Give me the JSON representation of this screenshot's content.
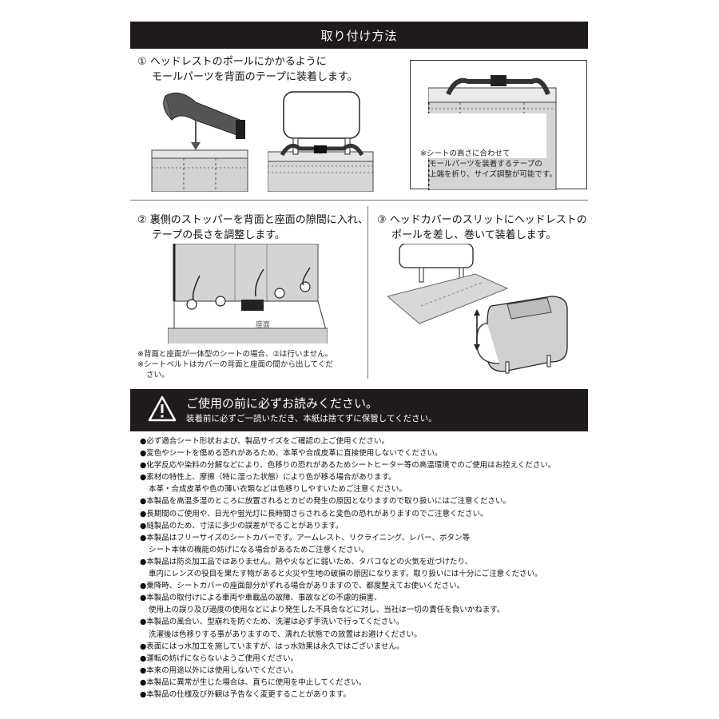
{
  "header": {
    "title": "取り付け方法"
  },
  "steps": [
    {
      "number": "①",
      "lines": [
        "ヘッドレストのポールにかかるように",
        "モールパーツを背面のテープに装着します。"
      ]
    },
    {
      "number": "②",
      "lines": [
        "裏側のストッパーを背面と座面の隙間に入れ、",
        "テープの長さを調整します。"
      ]
    },
    {
      "number": "③",
      "lines": [
        "ヘッドカバーのスリットにヘッドレストの",
        "ポールを差し、巻いて装着します。"
      ]
    }
  ],
  "notes": {
    "step1_box": [
      "※シートの高さに合わせて",
      "モールパーツを装着するテープの",
      "上端を折り、サイズ調整が可能です。"
    ],
    "seat_label": "座面",
    "step2": [
      "※背面と座面が一体型のシートの場合、②は行いません。",
      "※シートベルトはカバーの背面と座面の間から出してくだ",
      "さい。"
    ]
  },
  "warning": {
    "title": "ご使用の前に必ずお読みください。",
    "subtitle": "装着前に必ずご一読いただき、本紙は捨てずに保管してください。",
    "icon": "warning-triangle-icon"
  },
  "cautions": [
    [
      "●必ず適合シート形状および、製品サイズをご確認の上ご使用ください。"
    ],
    [
      "●変色やシートを傷める恐れがあるため、本革や合成皮革に直接使用しないでください。"
    ],
    [
      "●化学反応や染料の分解などにより、色移りの恐れがあるためシートヒーター等の高温環境でのご使用はお控えください。"
    ],
    [
      "●素材の特性上、摩擦（特に湿った状態）により色が移る場合があります。",
      "本革・合成皮革や色の薄い衣類などは色移りしやすいためご注意ください。"
    ],
    [
      "●本製品を高温多湿のところに放置されるとカビの発生の原因となりますので取り扱いにはご注意ください。"
    ],
    [
      "●長期間のご使用や、日光や蛍光灯に長時間さらされると変色の恐れがありますのでご注意ください。"
    ],
    [
      "●縫製品のため、寸法に多少の誤差がでることがあります。"
    ],
    [
      "●本製品はフリーサイズのシートカバーです。アームレスト、リクライニング、レバー、ボタン等",
      "シート本体の機能の妨げになる場合があるためご注意ください。"
    ],
    [
      "●本製品は防炎加工品ではありません。熱や火などに弱いため、タバコなどの火気を近づけたり、",
      "車内にレンズの役目を果たす物があると火災や生地の破損の原因になります。取り扱いには十分にご注意ください。"
    ],
    [
      "●乗降時、シートカバーの座面部分がずれる場合がありますので、都度整えてお使いください。"
    ],
    [
      "●本製品の取付けによる車両や車載品の故障、事故などの不慮的損害、",
      "使用上の誤り及び過度の使用などにより発生した不具合などに対し、当社は一切の責任を負いかねます。"
    ],
    [
      "●本製品の風合い、型崩れを防ぐため、洗濯は必ず手洗いで行ってください。",
      "洗濯後は色移りする事がありますので、濡れた状態での放置はお避けください。"
    ],
    [
      "●表面にはっ水加工を施していますが、はっ水効果は永久ではございません。"
    ],
    [
      "●運転の妨げにならないようご使用ください。"
    ],
    [
      "●本来の用途以外には使用しないでください。"
    ],
    [
      "●本製品に異常が生じた場合は、直ちに使用を中止してください。"
    ],
    [
      "●本製品の仕様及び外観は予告なく変更することがあります。"
    ]
  ]
}
